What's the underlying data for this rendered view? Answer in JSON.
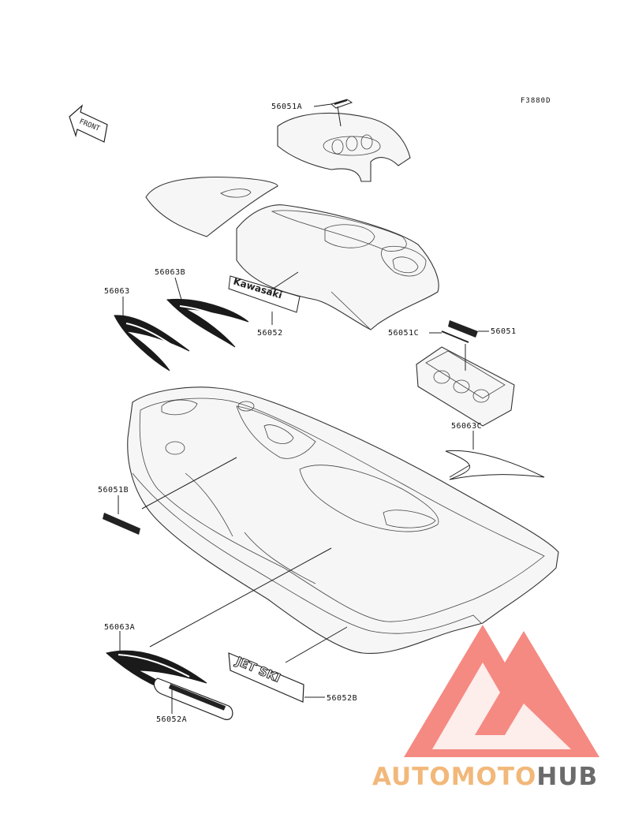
{
  "figure_code": "F3880D",
  "front_arrow_label": "FRONT",
  "decal_texts": {
    "kawasaki": "Kawasaki",
    "jet_ski": "JET SKI"
  },
  "parts": [
    {
      "id": "p56051A",
      "label": "56051A"
    },
    {
      "id": "p56063B",
      "label": "56063B"
    },
    {
      "id": "p56063",
      "label": "56063"
    },
    {
      "id": "p56052",
      "label": "56052"
    },
    {
      "id": "p56051C",
      "label": "56051C"
    },
    {
      "id": "p56051",
      "label": "56051"
    },
    {
      "id": "p56063C",
      "label": "56063C"
    },
    {
      "id": "p56051B",
      "label": "56051B"
    },
    {
      "id": "p56063A",
      "label": "56063A"
    },
    {
      "id": "p56052A",
      "label": "56052A"
    },
    {
      "id": "p56052B",
      "label": "56052B"
    }
  ],
  "watermark": {
    "part1": "AUTOMOTO",
    "part2": "HUB",
    "color1": "#f2b87a",
    "color2": "#6b6b6b",
    "logo_color": "#f0544a"
  }
}
